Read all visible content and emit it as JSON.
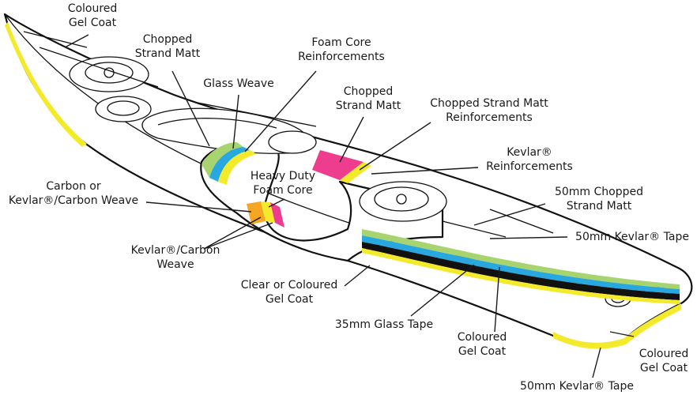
{
  "diagram": {
    "labels": {
      "coloured_gel_coat_top": [
        "Coloured",
        "Gel Coat"
      ],
      "chopped_strand_matt_1": [
        "Chopped",
        "Strand Matt"
      ],
      "glass_weave": [
        "Glass Weave"
      ],
      "foam_core_reinforcements": [
        "Foam Core",
        "Reinforcements"
      ],
      "chopped_strand_matt_2": [
        "Chopped",
        "Strand Matt"
      ],
      "chopped_strand_matt_reinforcements": [
        "Chopped Strand Matt",
        "Reinforcements"
      ],
      "kevlar_reinforcements": [
        "Kevlar®",
        "Reinforcements"
      ],
      "carbon_or_kevlar_carbon_weave": [
        "Carbon or",
        "Kevlar®/Carbon Weave"
      ],
      "heavy_duty_foam_core": [
        "Heavy Duty",
        "Foam Core"
      ],
      "mm50_chopped_strand_matt": [
        "50mm Chopped",
        "Strand Matt"
      ],
      "mm50_kevlar_tape_right": [
        "50mm Kevlar® Tape"
      ],
      "kevlar_carbon_weave": [
        "Kevlar®/Carbon",
        "Weave"
      ],
      "clear_or_coloured_gel_coat": [
        "Clear or Coloured",
        "Gel Coat"
      ],
      "mm35_glass_tape": [
        "35mm Glass Tape"
      ],
      "coloured_gel_coat_mid": [
        "Coloured",
        "Gel Coat"
      ],
      "coloured_gel_coat_right": [
        "Coloured",
        "Gel Coat"
      ],
      "mm50_kevlar_tape_bottom": [
        "50mm Kevlar® Tape"
      ]
    },
    "colors": {
      "green": "#a8d46f",
      "blue": "#29a8e0",
      "yellow": "#f2ea2b",
      "pink": "#ee3d8f",
      "orange": "#f6a623",
      "outline": "#111111"
    }
  }
}
